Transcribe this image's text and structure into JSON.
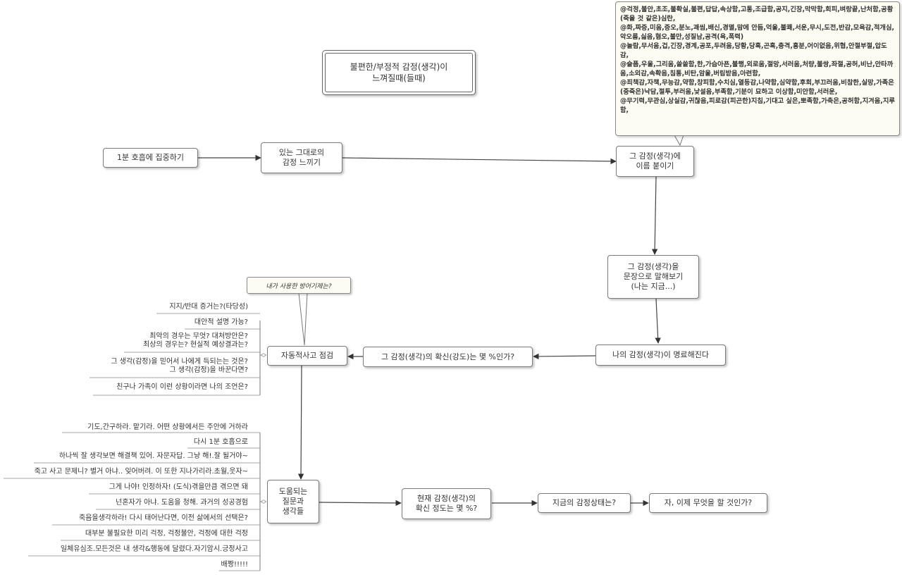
{
  "title": "불편한/부정적 감정(생각)이\n느껴질때(들때)",
  "nodes": {
    "breath": "1분 호흡에 집중하기",
    "feel": "있는 그대로의\n감정 느끼기",
    "name": "그 감정(생각)에\n이름 붙이기",
    "sentence": "그 감정(생각)을\n문장으로 말해보기\n(나는 지금...)",
    "clear": "나의 감정(생각)이 명료해진다",
    "certainty": "그 감정(생각)의 확신(강도)는 몇 %인가?",
    "auto_check": "자동적사고 점검",
    "helpful": "도움되는\n질문과\n생각들",
    "now_certainty": "현재 감정(생각)의\n확신 정도는 몇 %?",
    "now_state": "지금의 감정상태는?",
    "next_action": "자, 이제 무엇을 할 것인가?"
  },
  "tip": "내가 사용한 방어기제는?",
  "emotion_note": [
    "@걱정,불안,초조,불확실,불편,답답,속상함,고통,조급함,공지,긴장,막막함,회피,벼랑끝,난처함,공황(죽을 것 같은)심란,",
    "@화,짜증,미움,증오,분노,괘씸,배신,경멸,맘에 안듬,억울,불쾌,서운,무시,도전,반감,모욕감,적개심,악오름,싫음,혐오,불만,성질남,공격(욕,폭력)",
    "@놀람,무서움,겁,긴장,경계,공포,두려움,당황,당혹,곤혹,충격,흥분,어이없음,위협,안절부절,압도감,",
    "@슬픔,우울,그리움,쓸쓸함,한,가슴아픈,불행,외로움,절망,서러움,처량,불쌍,좌절,공허,비난,안타까움,소외감,속확음,침통,비탄,암울,버림받음,아련함,",
    "@죄책감,자책,무능감,약함,창피함,수치심,열등감,나약함,심약함,후회,부끄러움,비참한,실망,가족은(중죽은)낙담,절투,부러움,낯설음,부족함,기분이 묘하고 이상함,미안함,서러운,",
    "@무기력,무관심,상실감,귀찮음,피로감(피곤한)지침,기대고 싶은,뽀족함,가축은,공허함,지겨움,지루함,"
  ],
  "auto_check_items": [
    "지지/반대 증거는?(타당성)",
    "대안적 설명 가능?",
    "최악의 경우는 무엇? 대처방안은?\n최상의 경우는? 현실적 예상결과는?",
    "그 생각(감정)을 믿어서 나에게 득되는는 것은?\n그 생각(감정)을 바꾼다면?",
    "친구나 가족이 이런 상황이라면 나의 조언은?"
  ],
  "helpful_items": [
    "기도,간구하라. 맡기라. 어떤 상황에서든 주안에 거하라",
    "다시 1분 호흡으로",
    "하나씩 잘 생각보면 해결책 있어. 자문자답. 그냥 해!.잘 될거야~",
    "죽고 사고 문제니? 별거 아냐.. 잊어버려. 이 또한 지나가리라.초월,웃자~",
    "그게 나야! 인정하자! (도식)겪을만큼 겪으면 돼",
    "넌혼자가 아냐. 도움을 청해. 과거의 성공경험",
    "죽음을생각하라! 다시 태어난다면, 이전 삶에서의 선택은?",
    "대부분 불필요한 미리 걱정, 걱정불안, 걱정에 대한 걱정",
    "일체유심조.모든것은 내 생각&행동에 달렸다.자기암시.긍정사고",
    "배짱!!!!!"
  ]
}
